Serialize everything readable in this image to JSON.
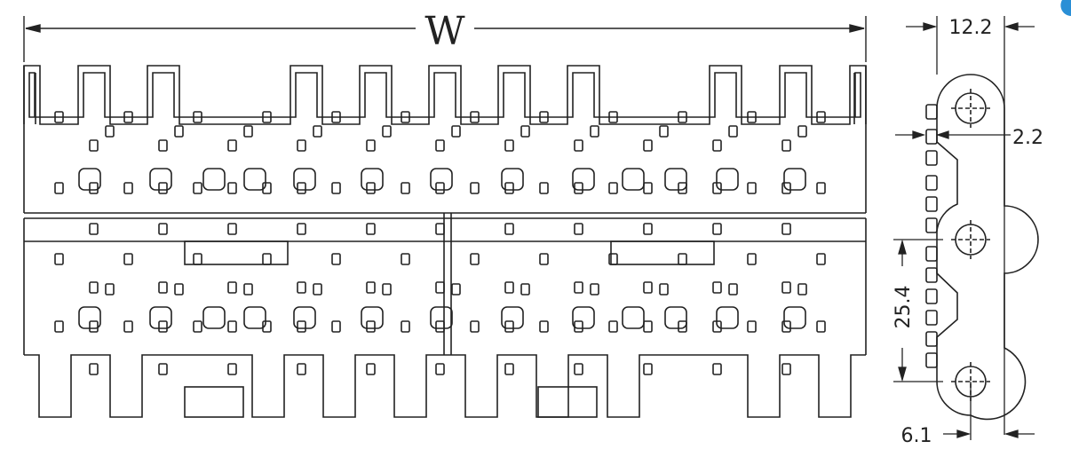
{
  "front_view": {
    "width_label": "W"
  },
  "side_view": {
    "dim_thickness": "12.2",
    "dim_tab": "2.2",
    "dim_pitch": "25.4",
    "dim_offset": "6.1"
  },
  "colors": {
    "line": "#222222",
    "background": "#ffffff",
    "corner_accent": "#2a8fd6"
  }
}
